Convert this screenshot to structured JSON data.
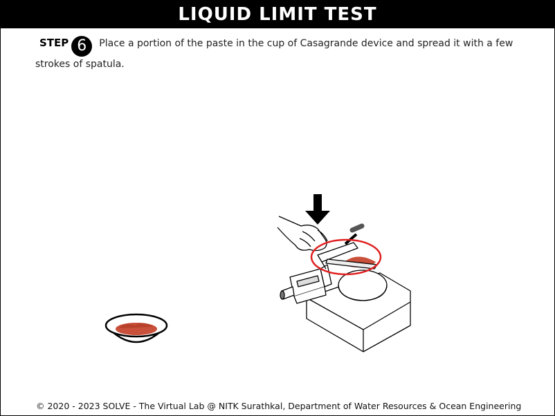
{
  "header": {
    "title": "LIQUID LIMIT TEST"
  },
  "step": {
    "label": "STEP",
    "number": "6",
    "instruction": "Place a portion of the paste in the cup of Casagrande device and spread it with a few strokes of spatula."
  },
  "footer": {
    "text": "© 2020 - 2023 SOLVE - The Virtual Lab @ NITK Surathkal, Department of Water Resources & Ocean Engineering"
  },
  "colors": {
    "header_bg": "#000000",
    "soil_paste": "#c9503a",
    "highlight_ring": "#e02020"
  }
}
